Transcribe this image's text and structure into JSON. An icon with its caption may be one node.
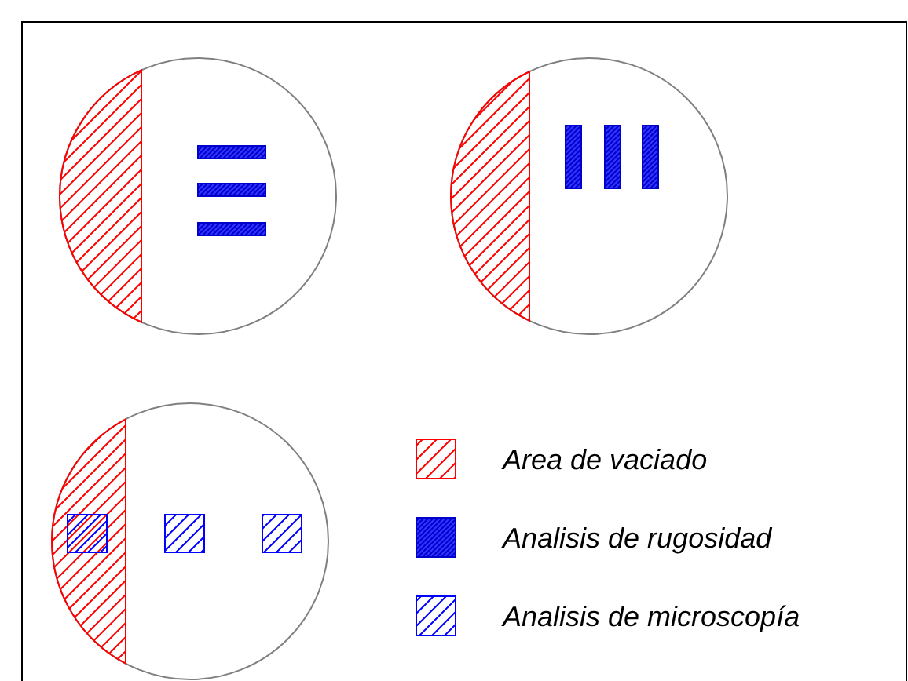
{
  "diagram": {
    "legend": [
      {
        "text": "Area de vaciado"
      },
      {
        "text": "Analisis de rugosidad"
      },
      {
        "text": "Analisis de microscopía"
      }
    ]
  }
}
